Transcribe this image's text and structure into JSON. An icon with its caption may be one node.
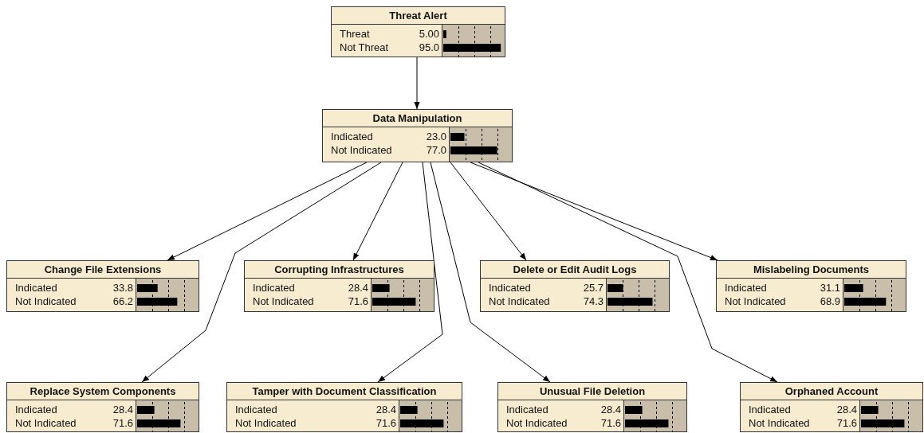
{
  "diagram": {
    "nodes": [
      {
        "text": [
          "Threat Alert",
          "Threat",
          "5.00",
          "Not Threat",
          "95.0"
        ]
      },
      {
        "text": [
          "Data Manipulation",
          "Indicated",
          "23.0",
          "Not Indicated",
          "77.0"
        ]
      },
      {
        "text": [
          "Change File Extensions",
          "Indicated",
          "33.8",
          "Not Indicated",
          "66.2"
        ]
      },
      {
        "text": [
          "Corrupting Infrastructures",
          "Indicated",
          "28.4",
          "Not Indicated",
          "71.6"
        ]
      },
      {
        "text": [
          "Delete or Edit Audit Logs",
          "Indicated",
          "25.7",
          "Not Indicated",
          "74.3"
        ]
      },
      {
        "text": [
          "Mislabeling Documents",
          "Indicated",
          "31.1",
          "Not Indicated",
          "68.9"
        ]
      },
      {
        "text": [
          "Replace System Components",
          "Indicated",
          "28.4",
          "Not Indicated",
          "71.6"
        ]
      },
      {
        "text": [
          "Tamper with Document Classification",
          "Indicated",
          "28.4",
          "Not Indicated",
          "71.6"
        ]
      },
      {
        "text": [
          "Unusual File Deletion",
          "Indicated",
          "28.4",
          "Not Indicated",
          "71.6"
        ]
      },
      {
        "text": [
          "Orphaned Account",
          "Indicated",
          "28.4",
          "Not Indicated",
          "71.6"
        ]
      }
    ],
    "edges": [
      {
        "from": 0,
        "to": 1,
        "arrow": "to"
      },
      {
        "from": 1,
        "to": 2,
        "arrow": "to"
      },
      {
        "from": 1,
        "to": 6,
        "arrow": "to"
      },
      {
        "from": 1,
        "to": 3,
        "arrow": "to"
      },
      {
        "from": 1,
        "to": 7,
        "arrow": "to"
      },
      {
        "from": 1,
        "to": 8,
        "arrow": "to"
      },
      {
        "from": 1,
        "to": 4,
        "arrow": "to"
      },
      {
        "from": 1,
        "to": 5,
        "arrow": "to"
      },
      {
        "from": 1,
        "to": 9,
        "arrow": "to"
      }
    ]
  }
}
